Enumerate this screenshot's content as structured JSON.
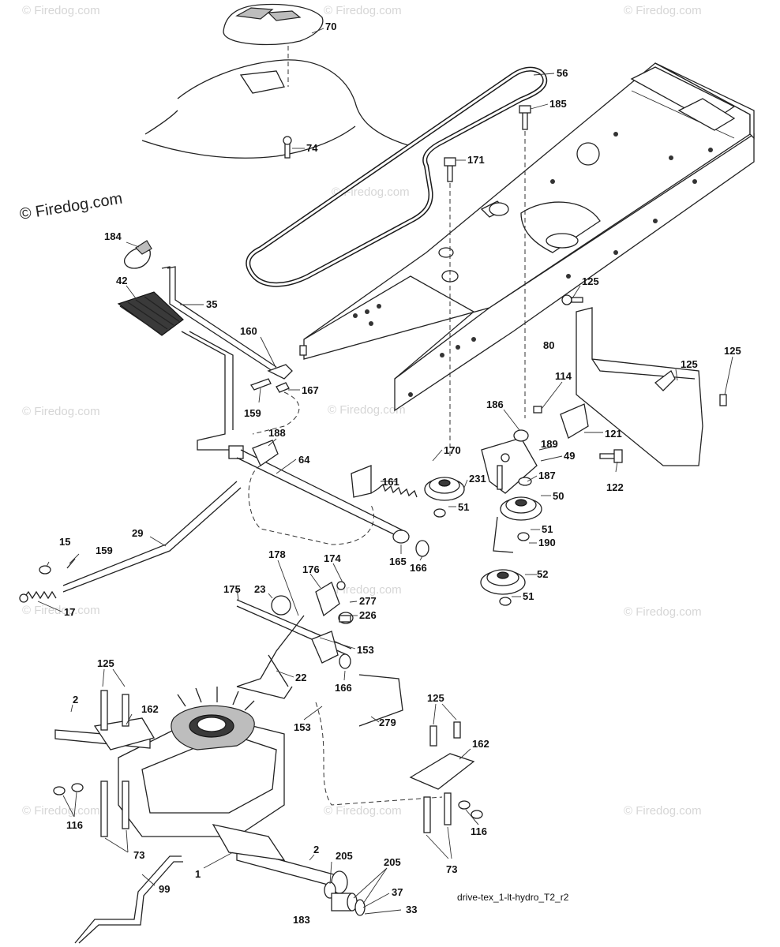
{
  "watermark": {
    "main": "© Firedog.com",
    "tile": "© Firedog.com"
  },
  "drawing_code": "drive-tex_1-lt-hydro_T2_r2",
  "callouts": [
    {
      "id": "70",
      "text": "70"
    },
    {
      "id": "56",
      "text": "56"
    },
    {
      "id": "185",
      "text": "185"
    },
    {
      "id": "74",
      "text": "74"
    },
    {
      "id": "171",
      "text": "171"
    },
    {
      "id": "184",
      "text": "184"
    },
    {
      "id": "42",
      "text": "42"
    },
    {
      "id": "35",
      "text": "35"
    },
    {
      "id": "125a",
      "text": "125"
    },
    {
      "id": "80",
      "text": "80"
    },
    {
      "id": "125b",
      "text": "125"
    },
    {
      "id": "125c",
      "text": "125"
    },
    {
      "id": "160",
      "text": "160"
    },
    {
      "id": "167",
      "text": "167"
    },
    {
      "id": "159a",
      "text": "159"
    },
    {
      "id": "114",
      "text": "114"
    },
    {
      "id": "186",
      "text": "186"
    },
    {
      "id": "121",
      "text": "121"
    },
    {
      "id": "188",
      "text": "188"
    },
    {
      "id": "170",
      "text": "170"
    },
    {
      "id": "189",
      "text": "189"
    },
    {
      "id": "49",
      "text": "49"
    },
    {
      "id": "64",
      "text": "64"
    },
    {
      "id": "161",
      "text": "161"
    },
    {
      "id": "231",
      "text": "231"
    },
    {
      "id": "187",
      "text": "187"
    },
    {
      "id": "122",
      "text": "122"
    },
    {
      "id": "50",
      "text": "50"
    },
    {
      "id": "51a",
      "text": "51"
    },
    {
      "id": "51b",
      "text": "51"
    },
    {
      "id": "29",
      "text": "29"
    },
    {
      "id": "190",
      "text": "190"
    },
    {
      "id": "165",
      "text": "165"
    },
    {
      "id": "166a",
      "text": "166"
    },
    {
      "id": "15",
      "text": "15"
    },
    {
      "id": "159b",
      "text": "159"
    },
    {
      "id": "52",
      "text": "52"
    },
    {
      "id": "51c",
      "text": "51"
    },
    {
      "id": "178",
      "text": "178"
    },
    {
      "id": "174",
      "text": "174"
    },
    {
      "id": "176",
      "text": "176"
    },
    {
      "id": "17",
      "text": "17"
    },
    {
      "id": "175",
      "text": "175"
    },
    {
      "id": "23",
      "text": "23"
    },
    {
      "id": "277",
      "text": "277"
    },
    {
      "id": "226",
      "text": "226"
    },
    {
      "id": "153a",
      "text": "153"
    },
    {
      "id": "22",
      "text": "22"
    },
    {
      "id": "166b",
      "text": "166"
    },
    {
      "id": "125d",
      "text": "125"
    },
    {
      "id": "2a",
      "text": "2"
    },
    {
      "id": "162a",
      "text": "162"
    },
    {
      "id": "153b",
      "text": "153"
    },
    {
      "id": "279",
      "text": "279"
    },
    {
      "id": "125e",
      "text": "125"
    },
    {
      "id": "162b",
      "text": "162"
    },
    {
      "id": "116a",
      "text": "116"
    },
    {
      "id": "116b",
      "text": "116"
    },
    {
      "id": "73a",
      "text": "73"
    },
    {
      "id": "73b",
      "text": "73"
    },
    {
      "id": "2b",
      "text": "2"
    },
    {
      "id": "205a",
      "text": "205"
    },
    {
      "id": "205b",
      "text": "205"
    },
    {
      "id": "1",
      "text": "1"
    },
    {
      "id": "99",
      "text": "99"
    },
    {
      "id": "37",
      "text": "37"
    },
    {
      "id": "33",
      "text": "33"
    },
    {
      "id": "183",
      "text": "183"
    }
  ]
}
